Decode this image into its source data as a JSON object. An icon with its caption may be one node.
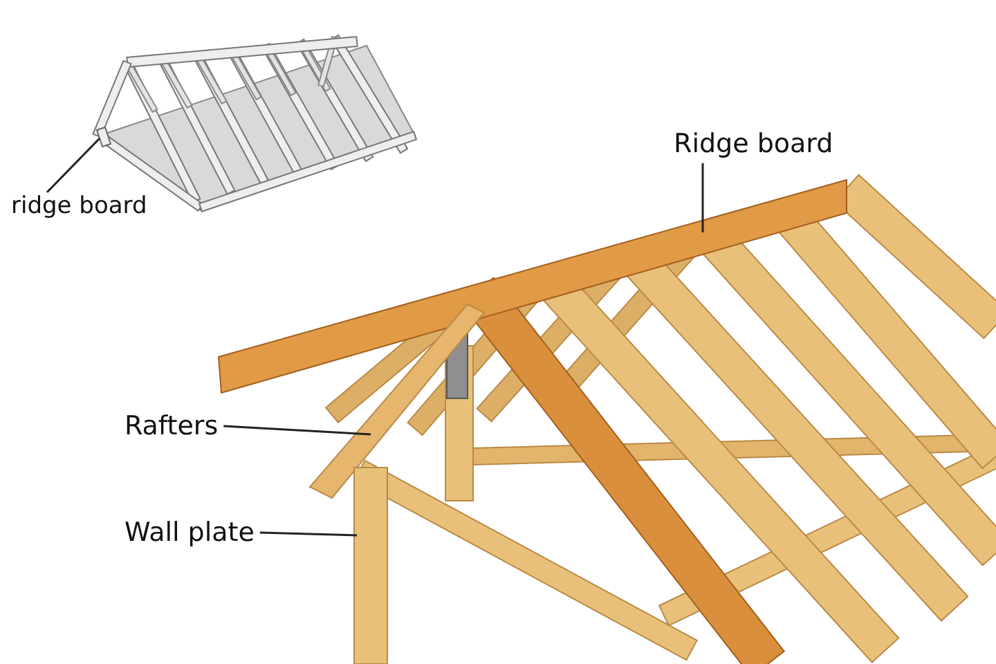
{
  "diagram": {
    "nodes": [
      {
        "text": [
          "ridge board"
        ]
      },
      {
        "text": [],
        "shape": "bar"
      },
      {
        "text": [
          "Ridge board"
        ]
      },
      {
        "text": [],
        "shape": "bar"
      },
      {
        "text": [
          "Rafters"
        ]
      },
      {
        "text": [],
        "shape": "bar"
      },
      {
        "text": [
          "Wall plate"
        ]
      },
      {
        "text": [],
        "shape": "bar"
      }
    ],
    "edges": [
      {
        "from": 0,
        "to": 1,
        "arrow": "none"
      },
      {
        "from": 2,
        "to": 3,
        "arrow": "none"
      },
      {
        "from": 4,
        "to": 5,
        "arrow": "none"
      },
      {
        "from": 6,
        "to": 7,
        "arrow": "none"
      }
    ]
  }
}
